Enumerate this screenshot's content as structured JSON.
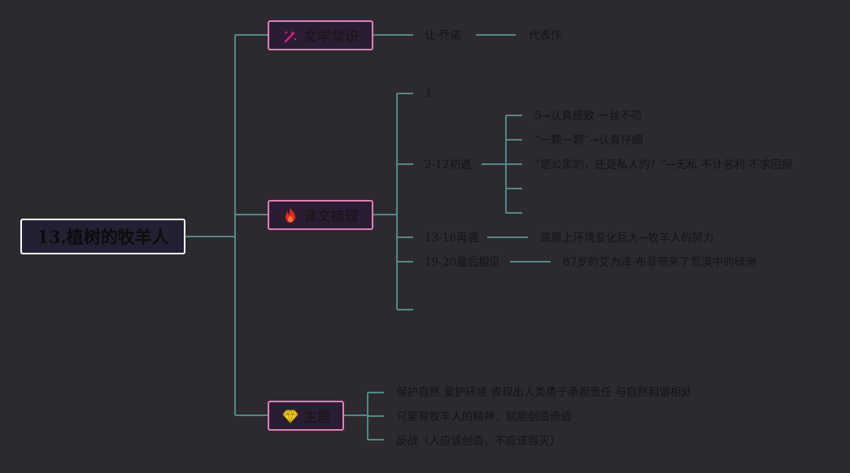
{
  "root": {
    "title": "13.植树的牧羊人"
  },
  "branches": {
    "literature": {
      "label": "文学常识",
      "icon": "sparkle-wand-icon",
      "children": {
        "author": "让·乔诺",
        "works": "代表作"
      }
    },
    "text_outline": {
      "label": "课文梳理",
      "icon": "fire-icon",
      "children": {
        "p1": "1",
        "first_meet": {
          "label": "2-12初遇",
          "items": [
            "5→认真细致 一丝不苟",
            "“一颗一颗”→认真仔细",
            "“是公家的，还是私人的？”→无私 不计名利 不求回报",
            "",
            ""
          ]
        },
        "second_meet": {
          "label": "13-18再遇",
          "item": "高原上环境变化巨大→牧羊人的努力"
        },
        "last_meet": {
          "label": "19-20最后相见",
          "item": "87岁的艾力泽·布菲带来了荒漠中的绿洲"
        },
        "empty_tail": ""
      }
    },
    "theme": {
      "label": "主题",
      "icon": "diamond-icon",
      "items": [
        "保护自然 爱护环境 表现出人类勇于承担责任 与自然和谐相处",
        "只要有牧羊人的精神，就能创造奇迹",
        "反战（人应该创造，不应该毁灭）"
      ]
    }
  },
  "colors": {
    "background": "#2c2a2f",
    "connector": "#4f8a86",
    "branch_border": "#e07fb4",
    "root_border": "#ffffff",
    "text": "#141414"
  }
}
